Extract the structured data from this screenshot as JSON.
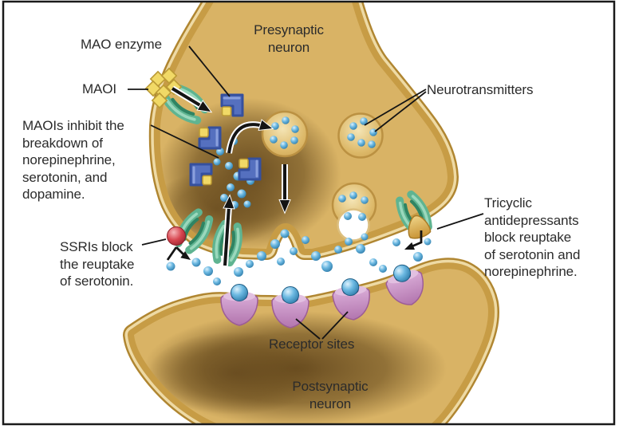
{
  "figure": {
    "labels": {
      "mao_enzyme": "MAO enzyme",
      "maoi": "MAOI",
      "maoi_note": "MAOIs inhibit the\nbreakdown of\nnorepinephrine,\nserotonin, and\ndopamine.",
      "presynaptic": "Presynaptic\nneuron",
      "neurotransmitters": "Neurotransmitters",
      "tricyclic_note": "Tricyclic\nantidepressants\nblock reuptake\nof serotonin and\nnorepinephrine.",
      "ssri_note": "SSRIs block\nthe reuptake\nof serotonin.",
      "receptor_sites": "Receptor sites",
      "postsynaptic": "Postsynaptic\nneuron"
    },
    "icons": {
      "maoi_molecule": "yellow-diamond",
      "mao_enzyme": "blue-l-shaped-enzyme",
      "neurotransmitter": "blue-sphere",
      "ssri_molecule": "red-sphere",
      "tricyclic_molecule": "gold-cone",
      "transporter_channel": "teal-channel",
      "receptor_site": "purple-cup",
      "vesicle": "gold-circle-with-dots"
    }
  },
  "palette": {
    "background": "#ffffff",
    "border": "#1a1a1a",
    "text": "#2b2b2b",
    "neuron_fill": "#d9b365",
    "membrane_gold": "#c79c45",
    "membrane_highlight": "#eedaa5",
    "membrane_outline": "#b08631",
    "cytoplasm_shadow": "#5f431a",
    "vesicle_rim": "#bb9142",
    "nt_blue": "#4ba3d4",
    "nt_blue_edge": "#2d7aa8",
    "teal": "#5fb491",
    "teal_dark": "#2f8463",
    "teal_light": "#9ad8bc",
    "enzyme_blue": "#5570bf",
    "enzyme_blue_dark": "#35509e",
    "maoi_yellow": "#f1d966",
    "maoi_yellow_edge": "#bb9a35",
    "ssri_red": "#d7454f",
    "receptor_purple": "#c493c3",
    "receptor_purple_dark": "#6d2f63",
    "arrow_black": "#141414"
  }
}
